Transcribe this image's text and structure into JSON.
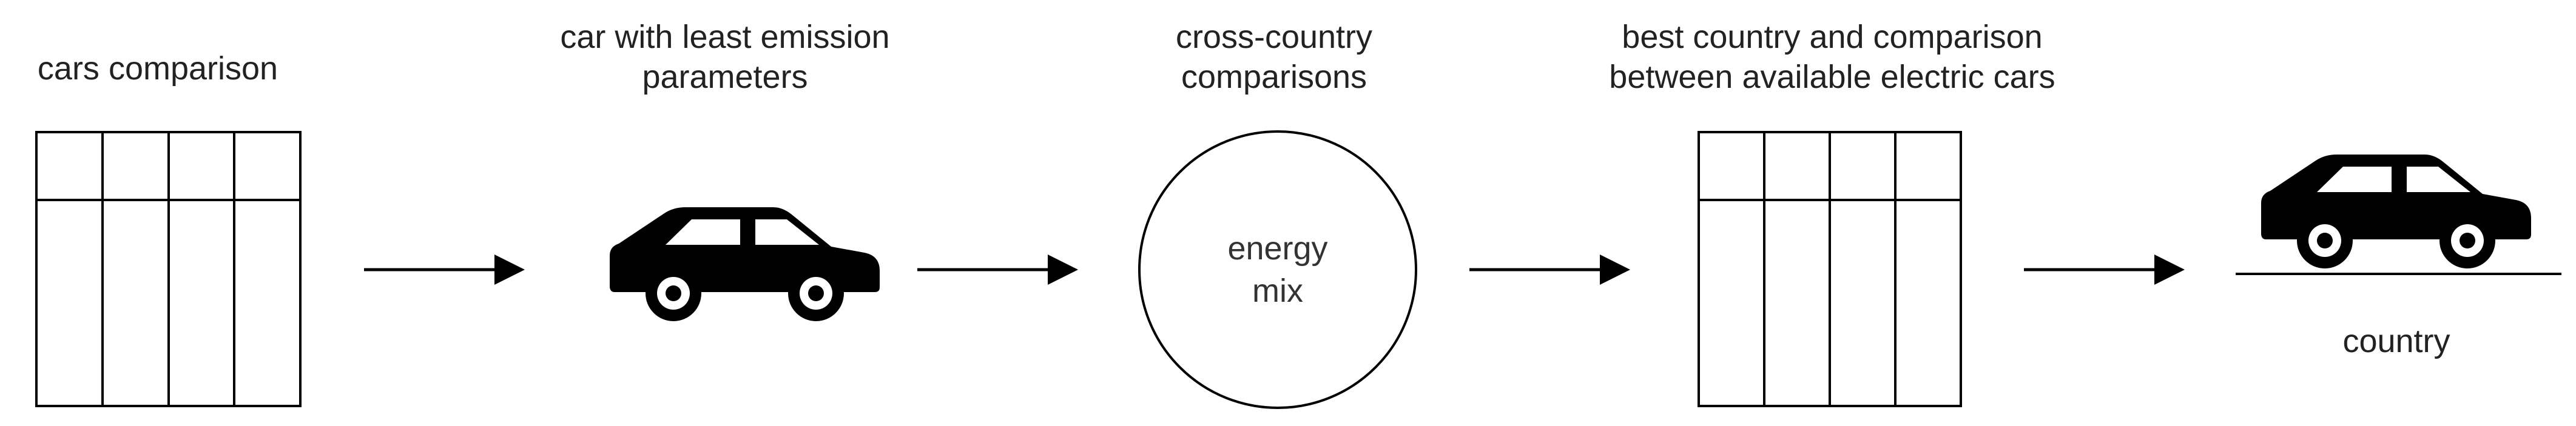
{
  "steps": [
    {
      "label": "cars comparison",
      "icon": "table-icon"
    },
    {
      "label_lines": [
        "car with least emission",
        "parameters"
      ],
      "icon": "car-icon"
    },
    {
      "label_lines": [
        "cross-country",
        "comparisons"
      ],
      "icon": "circle-node",
      "inner_lines": [
        "energy",
        "mix"
      ]
    },
    {
      "label_lines": [
        "best country and comparison",
        "between available electric cars"
      ],
      "icon": "table-icon"
    },
    {
      "label": "country",
      "icon": "car-on-ground-icon"
    }
  ],
  "arrows": [
    "arrow-right-icon",
    "arrow-right-icon",
    "arrow-right-icon",
    "arrow-right-icon"
  ],
  "colors": {
    "stroke": "#000000",
    "text": "#222222",
    "background": "#ffffff"
  }
}
